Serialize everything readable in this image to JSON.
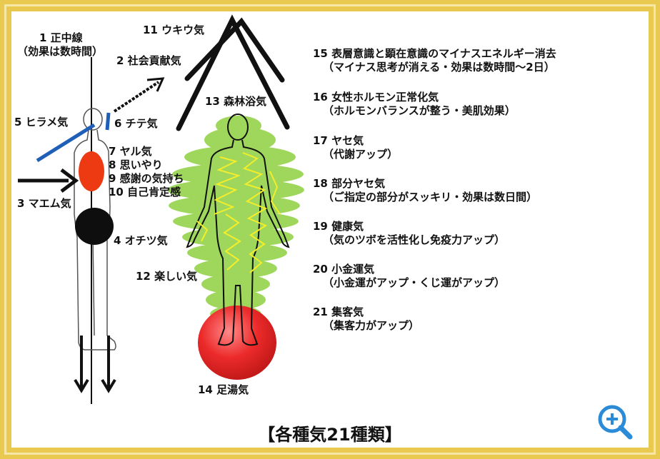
{
  "labels": {
    "l1a": "1 正中線",
    "l1b": "（効果は数時間）",
    "l2": "2 社会貢献気",
    "l3": "3 マエム気",
    "l4": "4 オチツ気",
    "l5": "5 ヒラメ気",
    "l6": "6 チテ気",
    "l7": "7 ヤル気",
    "l8": "8 思いやり",
    "l9": "9 感謝の気持ち",
    "l10": "10 自己肯定感",
    "l11": "11 ウキウ気",
    "l12": "12 楽しい気",
    "l13": "13 森林浴気",
    "l14": "14 足湯気"
  },
  "right_list": [
    {
      "title": "15 表層意識と顕在意識のマイナスエネルギー消去",
      "sub": "（マイナス思考が消える・効果は数時間〜2日）"
    },
    {
      "title": "16 女性ホルモン正常化気",
      "sub": "（ホルモンバランスが整う・美肌効果）"
    },
    {
      "title": "17 ヤセ気",
      "sub": "（代謝アップ）"
    },
    {
      "title": "18 部分ヤセ気",
      "sub": "（ご指定の部分がスッキリ・効果は数日間）"
    },
    {
      "title": "19 健康気",
      "sub": "（気のツボを活性化し免疫力アップ）"
    },
    {
      "title": "20 小金運気",
      "sub": "（小金運がアップ・くじ運がアップ）"
    },
    {
      "title": "21 集客気",
      "sub": "（集客力がアップ）"
    }
  ],
  "caption": "【各種気21種類】",
  "icons": {
    "zoom": "zoom-in-icon"
  },
  "colors": {
    "frame": "#e9c94f",
    "green": "#8ed13f",
    "red_ball": "#e8262b",
    "blue": "#1f5fb8",
    "orange_red": "#ee3a12",
    "yellow": "#f4ee2a",
    "zoom": "#2b8bd6"
  }
}
